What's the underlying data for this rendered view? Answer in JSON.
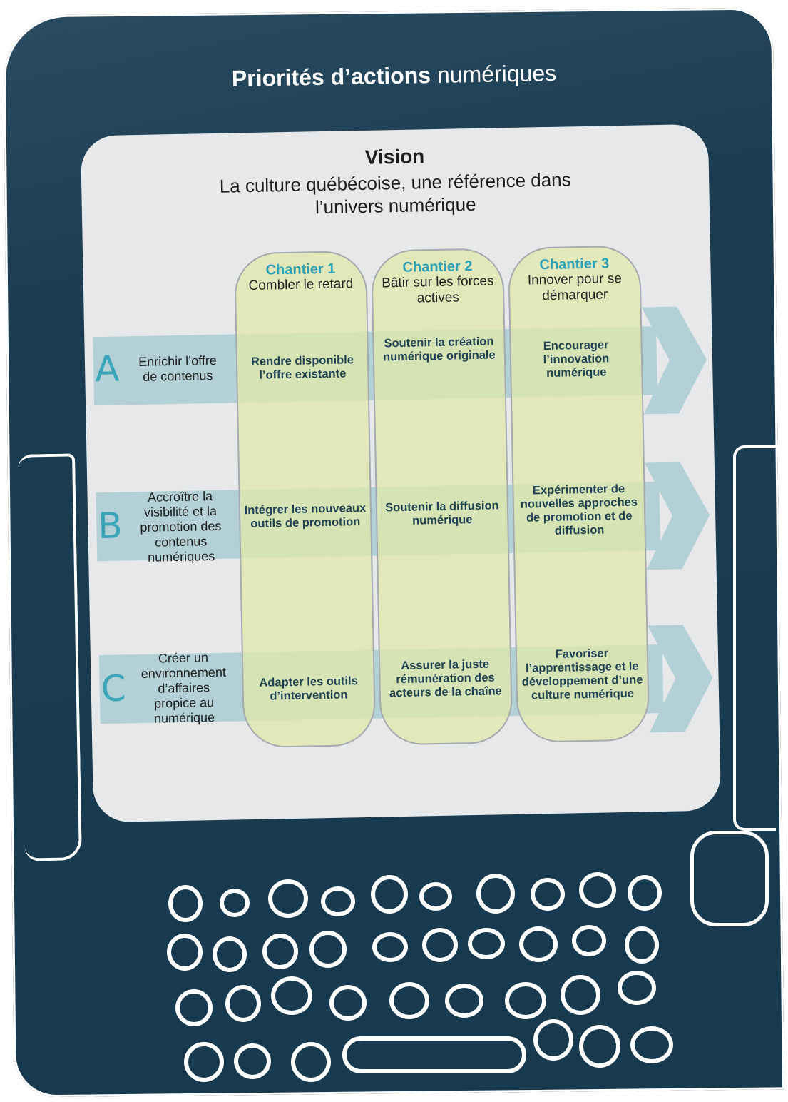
{
  "title": {
    "bold": "Priorités d’actions",
    "light": "numériques"
  },
  "vision": {
    "title": "Vision",
    "text": "La culture québécoise, une référence dans l’univers numérique"
  },
  "rows": [
    {
      "letter": "A",
      "label": "Enrichir l’offre de contenus"
    },
    {
      "letter": "B",
      "label": "Accroître la visibilité et la promotion des contenus numériques"
    },
    {
      "letter": "C",
      "label": "Créer un environnement d’affaires propice au numérique"
    }
  ],
  "chantiers": [
    {
      "num": "Chantier 1",
      "name": "Combler le retard"
    },
    {
      "num": "Chantier 2",
      "name": "Bâtir sur les forces actives"
    },
    {
      "num": "Chantier 3",
      "name": "Innover pour se démarquer"
    }
  ],
  "cells": [
    [
      "Rendre disponible l’offre existante",
      "Soutenir la création numérique originale",
      "Encourager l’innovation numérique"
    ],
    [
      "Intégrer les nouveaux outils de promotion",
      "Soutenir la diffusion numérique",
      "Expérimenter de nouvelles approches de promotion et de diffusion"
    ],
    [
      "Adapter les outils d’intervention",
      "Assurer la juste rémunération des acteurs de la chaîne",
      "Favoriser l’apprentissage et le développement d’une culture numérique"
    ]
  ],
  "colors": {
    "device": "#1b3c51",
    "screen": "#e6e8ea",
    "band": "#b2d0d6",
    "column": "#e0e8aa",
    "accent": "#2ba1b6"
  }
}
